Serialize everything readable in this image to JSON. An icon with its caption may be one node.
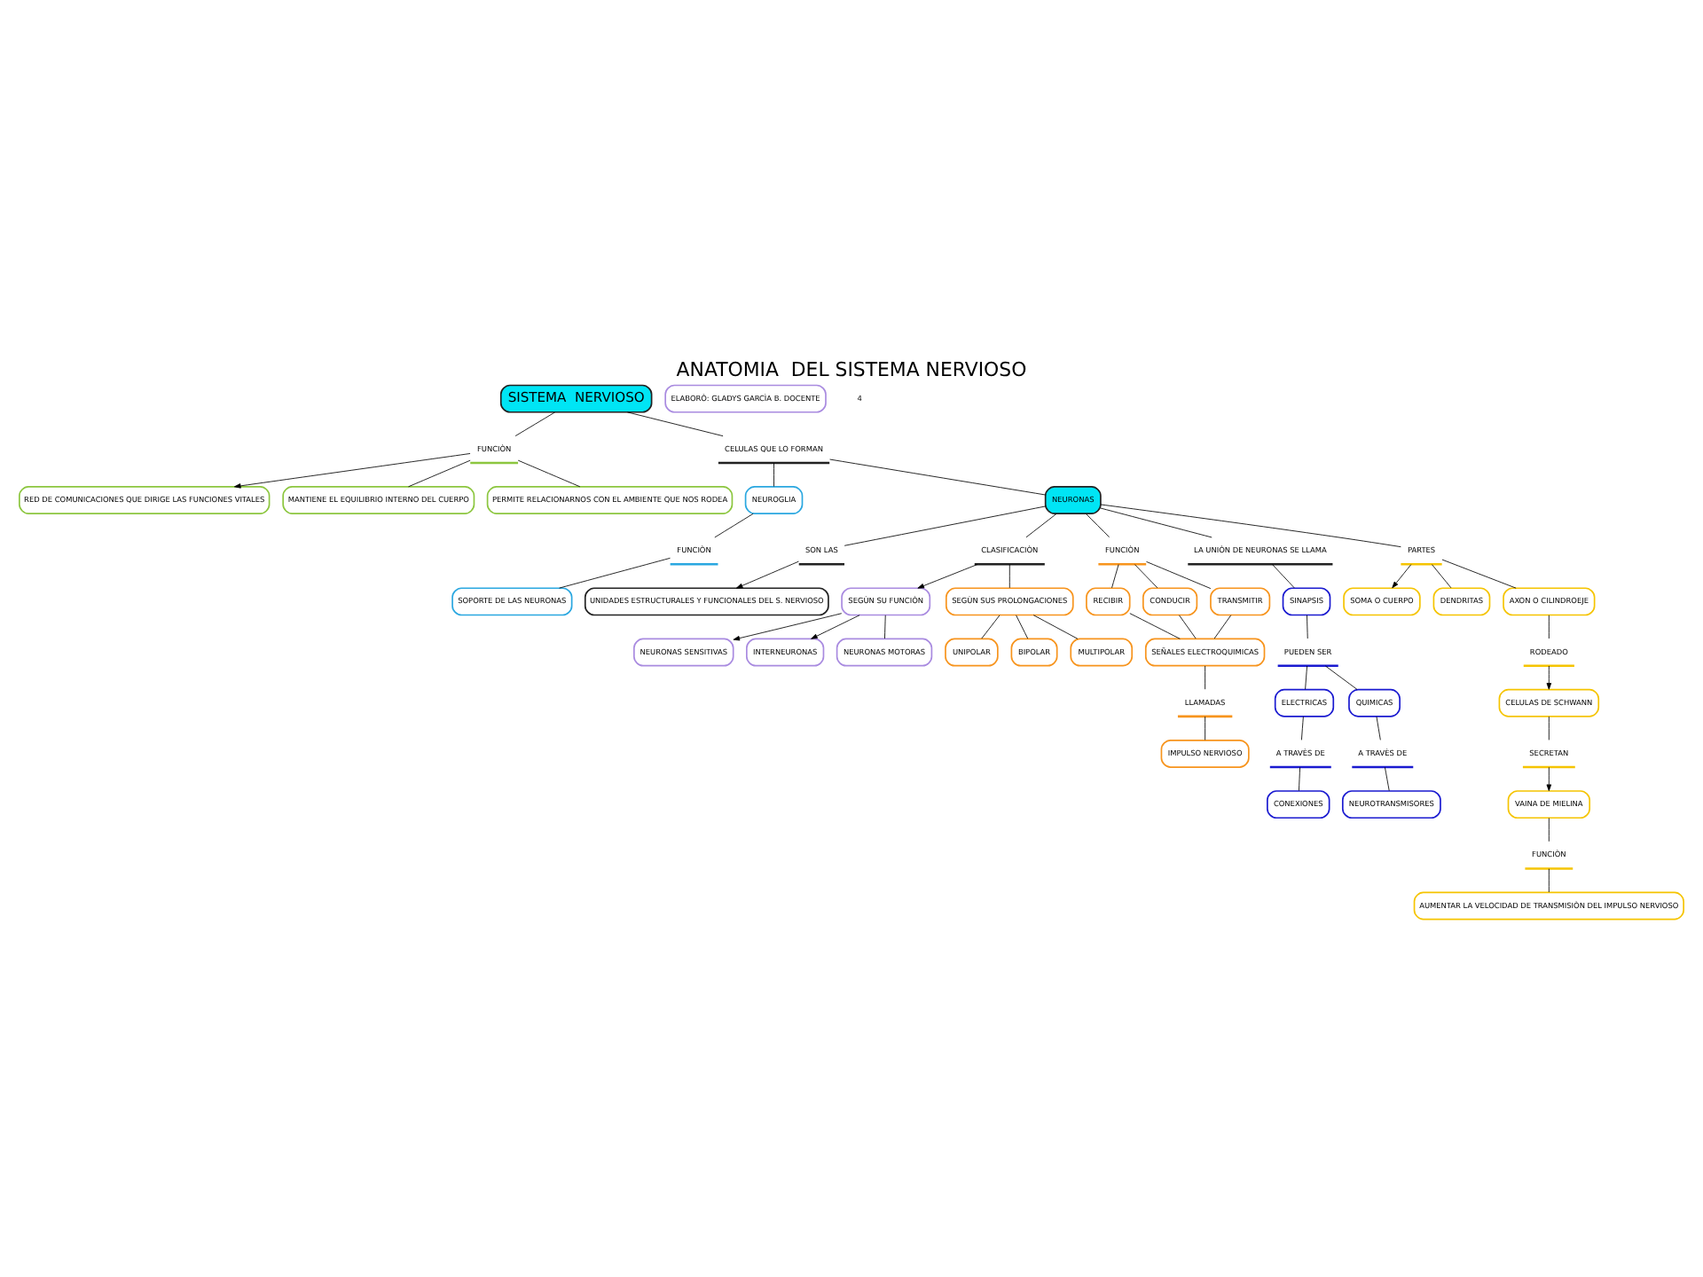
{
  "diagram": {
    "title": "ANATOMIA  DEL SISTEMA NERVIOSO",
    "nodes": [
      {
        "text": [
          "SISTEMA  NERVIOSO"
        ]
      },
      {
        "text": [
          "FUNCIÒN"
        ]
      },
      {
        "text": [
          "CELULAS QUE LO FORMAN"
        ]
      },
      {
        "text": [
          "RED DE COMUNICACIONES QUE DIRIGE LAS FUNCIONES VITALES"
        ]
      },
      {
        "text": [
          "MANTIENE EL EQUILIBRIO INTERNO DEL CUERPO"
        ]
      },
      {
        "text": [
          "PERMITE RELACIONARNOS CON EL AMBIENTE QUE NOS RODEA"
        ]
      },
      {
        "text": [
          "NEUROGLIA"
        ]
      },
      {
        "text": [
          "FUNCIÒN"
        ]
      },
      {
        "text": [
          "SOPORTE DE LAS NEURONAS"
        ]
      },
      {
        "text": [
          "NEURONAS"
        ]
      },
      {
        "text": [
          "SON LAS"
        ]
      },
      {
        "text": [
          "UNIDADES ESTRUCTURALES Y FUNCIONALES DEL S. NERVIOSO"
        ]
      },
      {
        "text": [
          "CLASIFICACIÒN"
        ]
      },
      {
        "text": [
          "SEGÙN SU FUNCIÒN"
        ]
      },
      {
        "text": [
          "NEURONAS SENSITIVAS"
        ]
      },
      {
        "text": [
          "INTERNEURONAS"
        ]
      },
      {
        "text": [
          "NEURONAS MOTORAS"
        ]
      },
      {
        "text": [
          "SEGÙN SUS PROLONGACIONES"
        ]
      },
      {
        "text": [
          "UNIPOLAR"
        ]
      },
      {
        "text": [
          "BIPOLAR"
        ]
      },
      {
        "text": [
          "MULTIPOLAR"
        ]
      },
      {
        "text": [
          "FUNCIÒN"
        ]
      },
      {
        "text": [
          "RECIBIR"
        ]
      },
      {
        "text": [
          "CONDUCIR"
        ]
      },
      {
        "text": [
          "TRANSMITIR"
        ]
      },
      {
        "text": [
          "SEÑALES ELECTROQUIMICAS"
        ]
      },
      {
        "text": [
          "LLAMADAS"
        ]
      },
      {
        "text": [
          "IMPULSO NERVIOSO"
        ]
      },
      {
        "text": [
          "LA UNIÒN DE NEURONAS SE LLAMA"
        ]
      },
      {
        "text": [
          "SINAPSIS"
        ]
      },
      {
        "text": [
          "PUEDEN SER"
        ]
      },
      {
        "text": [
          "ELECTRICAS"
        ]
      },
      {
        "text": [
          "QUIMICAS"
        ]
      },
      {
        "text": [
          "A TRAVÈS DE"
        ]
      },
      {
        "text": [
          "A TRAVÈS DE"
        ]
      },
      {
        "text": [
          "CONEXIONES"
        ]
      },
      {
        "text": [
          "NEUROTRANSMISORES"
        ]
      },
      {
        "text": [
          "PARTES"
        ]
      },
      {
        "text": [
          "SOMA O CUERPO"
        ]
      },
      {
        "text": [
          "DENDRITAS"
        ]
      },
      {
        "text": [
          "AXON O CILINDROEJE"
        ]
      },
      {
        "text": [
          "RODEADO"
        ]
      },
      {
        "text": [
          "CELULAS DE SCHWANN"
        ]
      },
      {
        "text": [
          "SECRETAN"
        ]
      },
      {
        "text": [
          "VAINA DE MIELINA"
        ]
      },
      {
        "text": [
          "FUNCIÒN"
        ]
      },
      {
        "text": [
          "AUMENTAR LA VELOCIDAD DE TRANSMISIÒN DEL IMPULSO NERVIOSO"
        ]
      },
      {
        "text": [
          "ELABORÒ: GLADYS GARCÌA B. DOCENTE"
        ]
      }
    ],
    "edges": [
      {
        "from": 0,
        "to": 1,
        "arrow": "none"
      },
      {
        "from": 1,
        "to": 3,
        "arrow": "to"
      },
      {
        "from": 1,
        "to": 4,
        "arrow": "none"
      },
      {
        "from": 1,
        "to": 5,
        "arrow": "none"
      },
      {
        "from": 0,
        "to": 2,
        "arrow": "none"
      },
      {
        "from": 2,
        "to": 6,
        "arrow": "none"
      },
      {
        "from": 2,
        "to": 9,
        "arrow": "none"
      },
      {
        "from": 6,
        "to": 7,
        "arrow": "none"
      },
      {
        "from": 7,
        "to": 8,
        "arrow": "none"
      },
      {
        "from": 9,
        "to": 10,
        "arrow": "none"
      },
      {
        "from": 10,
        "to": 11,
        "arrow": "to"
      },
      {
        "from": 9,
        "to": 12,
        "arrow": "none"
      },
      {
        "from": 12,
        "to": 13,
        "arrow": "to"
      },
      {
        "from": 13,
        "to": 14,
        "arrow": "to"
      },
      {
        "from": 13,
        "to": 15,
        "arrow": "to"
      },
      {
        "from": 13,
        "to": 16,
        "arrow": "none"
      },
      {
        "from": 12,
        "to": 17,
        "arrow": "none"
      },
      {
        "from": 17,
        "to": 18,
        "arrow": "none"
      },
      {
        "from": 17,
        "to": 19,
        "arrow": "none"
      },
      {
        "from": 17,
        "to": 20,
        "arrow": "none"
      },
      {
        "from": 9,
        "to": 21,
        "arrow": "none"
      },
      {
        "from": 21,
        "to": 22,
        "arrow": "none"
      },
      {
        "from": 21,
        "to": 23,
        "arrow": "none"
      },
      {
        "from": 21,
        "to": 24,
        "arrow": "none"
      },
      {
        "from": 22,
        "to": 25,
        "arrow": "none"
      },
      {
        "from": 23,
        "to": 25,
        "arrow": "none"
      },
      {
        "from": 24,
        "to": 25,
        "arrow": "none"
      },
      {
        "from": 25,
        "to": 26,
        "arrow": "none"
      },
      {
        "from": 26,
        "to": 27,
        "arrow": "none"
      },
      {
        "from": 9,
        "to": 28,
        "arrow": "none"
      },
      {
        "from": 28,
        "to": 29,
        "arrow": "none"
      },
      {
        "from": 29,
        "to": 30,
        "arrow": "none"
      },
      {
        "from": 30,
        "to": 31,
        "arrow": "none"
      },
      {
        "from": 30,
        "to": 32,
        "arrow": "none"
      },
      {
        "from": 31,
        "to": 33,
        "arrow": "none"
      },
      {
        "from": 33,
        "to": 35,
        "arrow": "none"
      },
      {
        "from": 32,
        "to": 34,
        "arrow": "none"
      },
      {
        "from": 34,
        "to": 36,
        "arrow": "none"
      },
      {
        "from": 9,
        "to": 37,
        "arrow": "none"
      },
      {
        "from": 37,
        "to": 38,
        "arrow": "to"
      },
      {
        "from": 37,
        "to": 39,
        "arrow": "none"
      },
      {
        "from": 37,
        "to": 40,
        "arrow": "none"
      },
      {
        "from": 40,
        "to": 41,
        "arrow": "none"
      },
      {
        "from": 41,
        "to": 42,
        "arrow": "to"
      },
      {
        "from": 42,
        "to": 43,
        "arrow": "none"
      },
      {
        "from": 43,
        "to": 44,
        "arrow": "to"
      },
      {
        "from": 44,
        "to": 45,
        "arrow": "none"
      },
      {
        "from": 45,
        "to": 46,
        "arrow": "none"
      }
    ],
    "labels": [
      "4"
    ]
  }
}
